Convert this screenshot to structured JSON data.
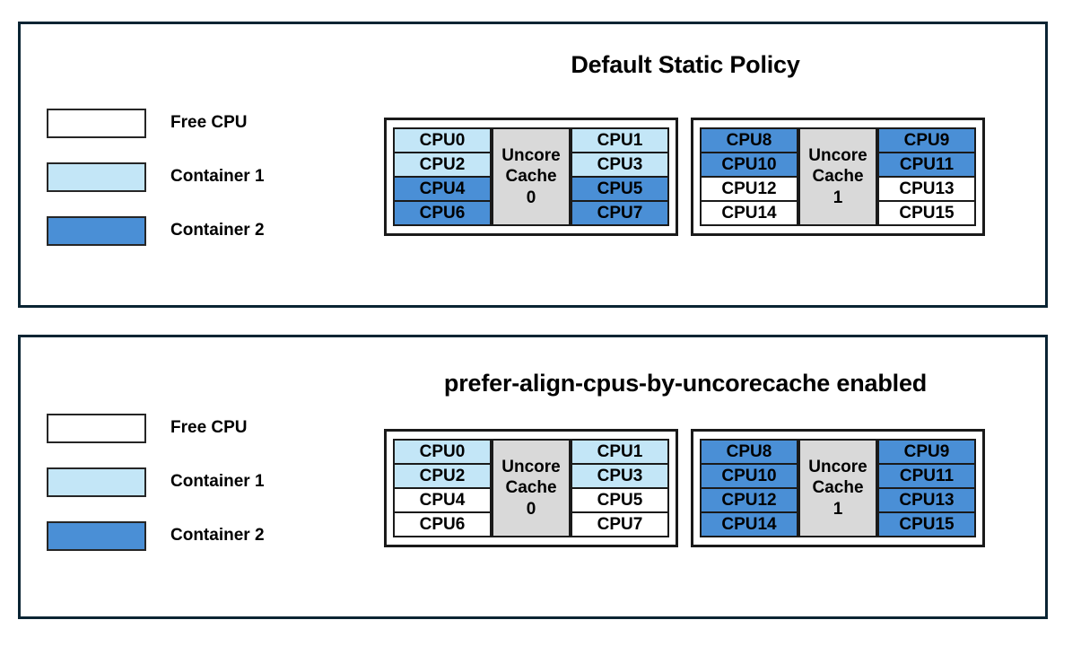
{
  "legend": {
    "items": [
      {
        "label": "Free CPU",
        "color": "#ffffff",
        "name": "free-cpu"
      },
      {
        "label": "Container 1",
        "color": "#c3e6f7",
        "name": "container-1"
      },
      {
        "label": "Container 2",
        "color": "#4a8fd6",
        "name": "container-2"
      }
    ]
  },
  "colors": {
    "free": "#ffffff",
    "container1": "#c3e6f7",
    "container2": "#4a8fd6",
    "cache": "#d9d9d9",
    "panel_border": "#0a2433",
    "cell_border": "#1a1a1a"
  },
  "panels": [
    {
      "id": "default-static-policy",
      "title": "Default Static Policy",
      "groups": [
        {
          "cache_label_line1": "Uncore",
          "cache_label_line2": "Cache",
          "cache_label_line3": "0",
          "left_column": [
            {
              "label": "CPU0",
              "fill": "container1"
            },
            {
              "label": "CPU2",
              "fill": "container1"
            },
            {
              "label": "CPU4",
              "fill": "container2"
            },
            {
              "label": "CPU6",
              "fill": "container2"
            }
          ],
          "right_column": [
            {
              "label": "CPU1",
              "fill": "container1"
            },
            {
              "label": "CPU3",
              "fill": "container1"
            },
            {
              "label": "CPU5",
              "fill": "container2"
            },
            {
              "label": "CPU7",
              "fill": "container2"
            }
          ]
        },
        {
          "cache_label_line1": "Uncore",
          "cache_label_line2": "Cache",
          "cache_label_line3": "1",
          "left_column": [
            {
              "label": "CPU8",
              "fill": "container2"
            },
            {
              "label": "CPU10",
              "fill": "container2"
            },
            {
              "label": "CPU12",
              "fill": "free"
            },
            {
              "label": "CPU14",
              "fill": "free"
            }
          ],
          "right_column": [
            {
              "label": "CPU9",
              "fill": "container2"
            },
            {
              "label": "CPU11",
              "fill": "container2"
            },
            {
              "label": "CPU13",
              "fill": "free"
            },
            {
              "label": "CPU15",
              "fill": "free"
            }
          ]
        }
      ]
    },
    {
      "id": "prefer-align-cpus-by-uncorecache-enabled",
      "title": "prefer-align-cpus-by-uncorecache enabled",
      "groups": [
        {
          "cache_label_line1": "Uncore",
          "cache_label_line2": "Cache",
          "cache_label_line3": "0",
          "left_column": [
            {
              "label": "CPU0",
              "fill": "container1"
            },
            {
              "label": "CPU2",
              "fill": "container1"
            },
            {
              "label": "CPU4",
              "fill": "free"
            },
            {
              "label": "CPU6",
              "fill": "free"
            }
          ],
          "right_column": [
            {
              "label": "CPU1",
              "fill": "container1"
            },
            {
              "label": "CPU3",
              "fill": "container1"
            },
            {
              "label": "CPU5",
              "fill": "free"
            },
            {
              "label": "CPU7",
              "fill": "free"
            }
          ]
        },
        {
          "cache_label_line1": "Uncore",
          "cache_label_line2": "Cache",
          "cache_label_line3": "1",
          "left_column": [
            {
              "label": "CPU8",
              "fill": "container2"
            },
            {
              "label": "CPU10",
              "fill": "container2"
            },
            {
              "label": "CPU12",
              "fill": "container2"
            },
            {
              "label": "CPU14",
              "fill": "container2"
            }
          ],
          "right_column": [
            {
              "label": "CPU9",
              "fill": "container2"
            },
            {
              "label": "CPU11",
              "fill": "container2"
            },
            {
              "label": "CPU13",
              "fill": "container2"
            },
            {
              "label": "CPU15",
              "fill": "container2"
            }
          ]
        }
      ]
    }
  ]
}
